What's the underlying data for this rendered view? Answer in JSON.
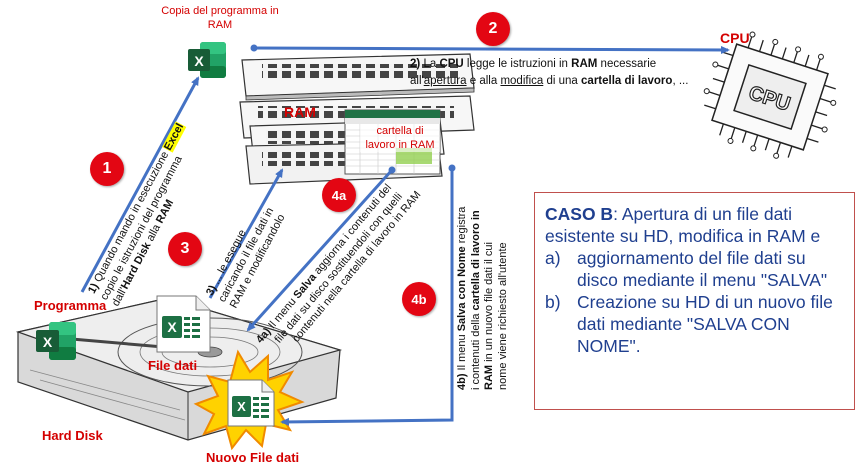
{
  "labels": {
    "copy_ram": "Copia del programma in RAM",
    "ram": "RAM",
    "cpu": "CPU",
    "workbook_ram": "cartella di lavoro in RAM",
    "programma": "Programma",
    "file_dati": "File dati",
    "hard_disk": "Hard Disk",
    "nuovo_file": "Nuovo File dati"
  },
  "badges": {
    "b1": "1",
    "b2": "2",
    "b3": "3",
    "b4a": "4a",
    "b4b": "4b"
  },
  "step1": {
    "num": "1)",
    "line1_a": "Quando mando in esecuzione",
    "line1_b": "Excel",
    "line2": "copio le istruzioni del programma",
    "line3_a": "dall'",
    "line3_b": "Hard Disk",
    "line3_c": "alla",
    "line3_d": "RAM"
  },
  "step2": {
    "num": "2)",
    "line1_a": "La",
    "line1_b": "CPU",
    "line1_c": "legge le istruzioni in",
    "line1_d": "RAM",
    "line1_e": "necessarie",
    "line2_a": "all'",
    "line2_b": "apertura",
    "line2_c": "e alla",
    "line2_d": "modifica",
    "line2_e": "di una",
    "line2_f": "cartella di lavoro",
    "line2_g": ", ..."
  },
  "step3": {
    "num": "3)",
    "line1": "... le esegue",
    "line2": "caricando il file dati in",
    "line3": "RAM e modificandolo"
  },
  "step4a": {
    "num": "4a)",
    "line1_a": "Il menu",
    "line1_b": "Salva",
    "line1_c": "aggiorna i contenuti del",
    "line2": "file dati su disco sostituendoli con quelli",
    "line3": "contenuti nella cartella di lavoro in RAM"
  },
  "step4b": {
    "num": "4b)",
    "line1_a": "Il menu",
    "line1_b": "Salva con Nome",
    "line1_c": "registra",
    "line2_a": "i contenuti della",
    "line2_b": "cartella di lavoro in",
    "line3_a": "RAM",
    "line3_b": "in un nuovo file dati il cui",
    "line4": "nome viene richiesto all'utente"
  },
  "caso_b": {
    "title": "CASO B",
    "desc": ": Apertura di un file dati esistente su HD, modifica in RAM e",
    "items": [
      {
        "marker": "a)",
        "text": "aggiornamento del file dati su disco mediante il menu \"SALVA\""
      },
      {
        "marker": "b)",
        "text": "Creazione su HD di un nuovo file dati mediante \"SALVA CON NOME\"."
      }
    ]
  },
  "colors": {
    "arrow": "#4472c4",
    "badge": "#e30613",
    "label_red": "#d40000",
    "box_border": "#c0504d",
    "box_text": "#1f3f8f",
    "excel_green": "#1d7044"
  },
  "icons": [
    "excel-icon",
    "ram-module-icon",
    "cpu-chip-icon",
    "hard-disk-icon",
    "document-icon",
    "burst-star-icon",
    "spreadsheet-icon"
  ]
}
